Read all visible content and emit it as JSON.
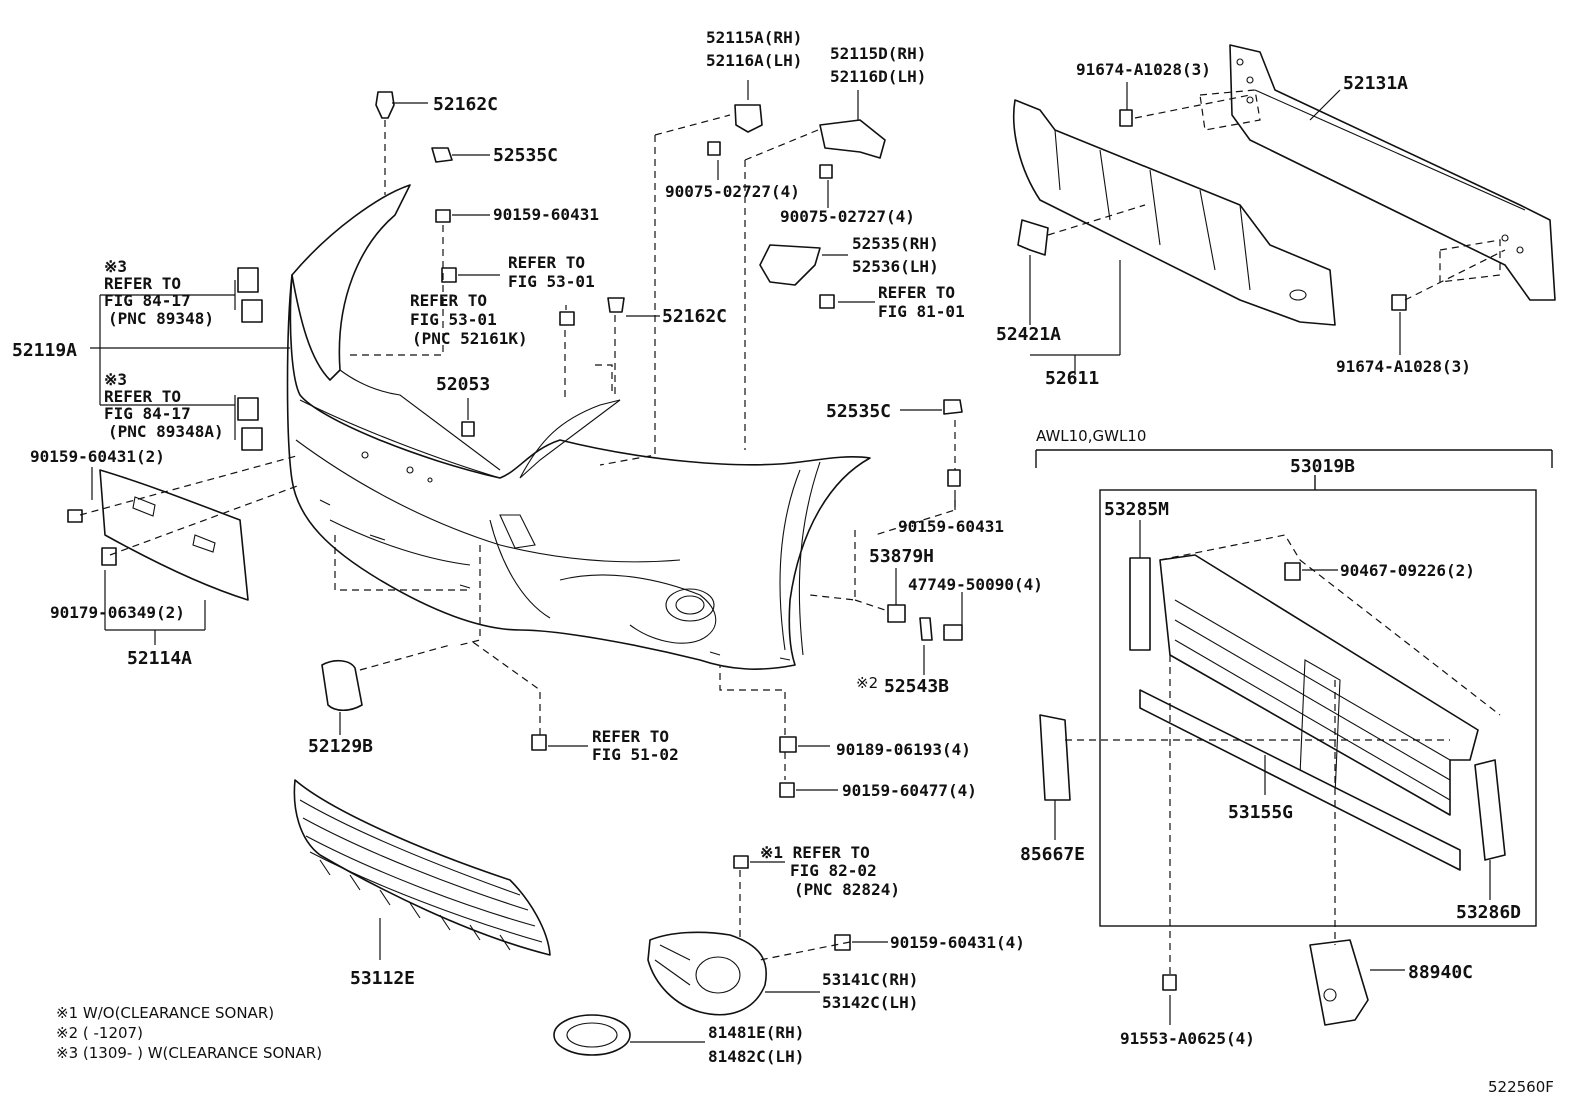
{
  "labels": {
    "p52115a_rh": "52115A(RH)",
    "p52116a_lh": "52116A(LH)",
    "p52115d_rh": "52115D(RH)",
    "p52116d_lh": "52116D(LH)",
    "p52162c_top": "52162C",
    "p52535c_top": "52535C",
    "p90159_60431_top": "90159-60431",
    "p90075_02727_a": "90075-02727(4)",
    "p90075_02727_b": "90075-02727(4)",
    "p52535_rh": "52535(RH)",
    "p52536_lh": "52536(LH)",
    "p52162c_mid": "52162C",
    "p52119a": "52119A",
    "p52053": "52053",
    "p52535c_mid": "52535C",
    "p90159_60431_2": "90159-60431(2)",
    "p90159_60431_right": "90159-60431",
    "p53879h": "53879H",
    "p47749_50090": "47749-50090(4)",
    "p52543b": "52543B",
    "p90179_06349": "90179-06349(2)",
    "p52114a": "52114A",
    "p52129b": "52129B",
    "p90189_06193": "90189-06193(4)",
    "p90159_60477": "90159-60477(4)",
    "p53112e": "53112E",
    "p90159_60431_4": "90159-60431(4)",
    "p53141c_rh": "53141C(RH)",
    "p53142c_lh": "53142C(LH)",
    "p81481e_rh": "81481E(RH)",
    "p81482c_lh": "81482C(LH)",
    "p91674_a1028_top": "91674-A1028(3)",
    "p52131a": "52131A",
    "p52421a": "52421A",
    "p52611": "52611",
    "p91674_a1028_bottom": "91674-A1028(3)",
    "p53019b": "53019B",
    "p53285m": "53285M",
    "p90467_09226": "90467-09226(2)",
    "p53155g": "53155G",
    "p85667e": "85667E",
    "p53286d": "53286D",
    "p88940c": "88940C",
    "p91553_a0625": "91553-A0625(4)"
  },
  "refs": {
    "ref_53_01_a": [
      "REFER TO",
      "FIG 53-01"
    ],
    "ref_53_01_b": [
      "REFER TO",
      "FIG 53-01",
      "(PNC 52161K)"
    ],
    "ref_81_01": [
      "REFER TO",
      "FIG 81-01"
    ],
    "ref_84_17_a": [
      "※3",
      "REFER TO",
      "FIG 84-17",
      "(PNC 89348)"
    ],
    "ref_84_17_b": [
      "※3",
      "REFER TO",
      "FIG 84-17",
      "(PNC 89348A)"
    ],
    "ref_51_02": [
      "REFER TO",
      "FIG 51-02"
    ],
    "ref_82_02": [
      "※1 REFER TO",
      "FIG 82-02",
      "(PNC 82824)"
    ]
  },
  "marks": {
    "note2_mark": "※2"
  },
  "model_group": "AWL10,GWL10",
  "notes": [
    "※1 W/O(CLEARANCE SONAR)",
    "※2 (        -1207)",
    "※3 (1309-        ) W(CLEARANCE SONAR)"
  ],
  "diagram_id": "522560F"
}
